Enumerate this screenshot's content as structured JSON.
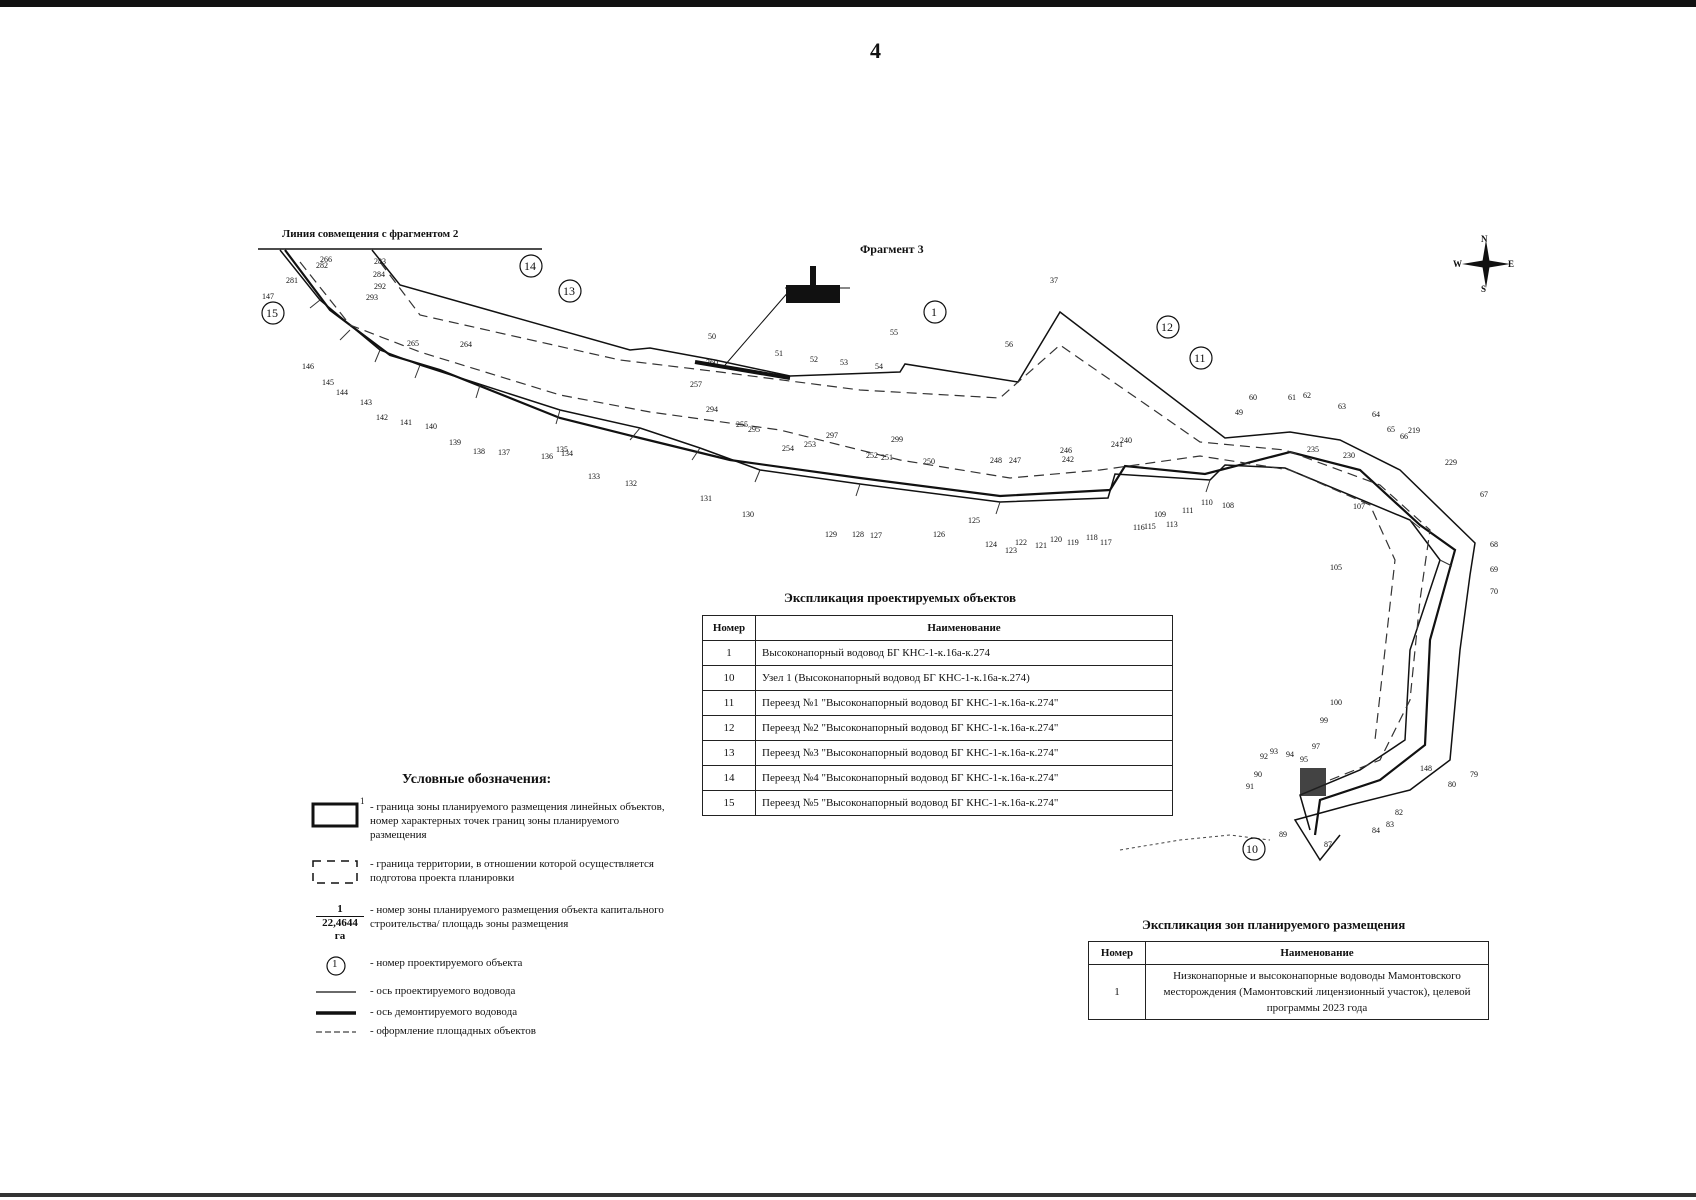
{
  "page": {
    "number": "4"
  },
  "map": {
    "fragment_title": "Фрагмент 3",
    "alignment_label": "Линия совмещения с фрагментом 2",
    "compass": {
      "n": "N",
      "s": "S",
      "e": "E",
      "w": "W"
    },
    "object_markers": [
      "1",
      "10",
      "11",
      "12",
      "13",
      "14",
      "15"
    ],
    "point_labels": [
      "37",
      "49",
      "50",
      "51",
      "52",
      "53",
      "54",
      "55",
      "56",
      "60",
      "61",
      "62",
      "63",
      "64",
      "65",
      "66",
      "67",
      "68",
      "69",
      "70",
      "79",
      "80",
      "82",
      "83",
      "84",
      "87",
      "89",
      "90",
      "91",
      "92",
      "93",
      "94",
      "95",
      "97",
      "99",
      "100",
      "105",
      "107",
      "108",
      "109",
      "110",
      "111",
      "113",
      "115",
      "116",
      "117",
      "118",
      "119",
      "120",
      "121",
      "122",
      "123",
      "124",
      "125",
      "126",
      "127",
      "128",
      "129",
      "130",
      "131",
      "132",
      "133",
      "134",
      "135",
      "136",
      "137",
      "138",
      "139",
      "140",
      "141",
      "142",
      "143",
      "144",
      "145",
      "146",
      "147",
      "148",
      "219",
      "229",
      "230",
      "235",
      "240",
      "241",
      "242",
      "246",
      "247",
      "248",
      "250",
      "251",
      "252",
      "253",
      "254",
      "255",
      "257",
      "260",
      "264",
      "265",
      "266",
      "281",
      "282",
      "283",
      "284",
      "292",
      "293",
      "294",
      "295",
      "297",
      "299"
    ]
  },
  "legend": {
    "title": "Условные обозначения:",
    "items": [
      {
        "symbol": "zone-boundary-box-icon",
        "text": "- граница зоны планируемого размещения линейных объектов, номер характерных точек границ зоны планируемого размещения",
        "number": "1"
      },
      {
        "symbol": "dashed-territory-box-icon",
        "text": "- граница территории, в отношении которой осуществляется подготова проекта планировки"
      },
      {
        "symbol": "zone-number-area-icon",
        "text": "- номер зоны планируемого размещения объекта капитального строительства/ площадь зоны размещения",
        "zone_number": "1",
        "zone_area": "22,4644 га"
      },
      {
        "symbol": "circle-number-icon",
        "text": "- номер проектируемого объекта",
        "number": "1"
      },
      {
        "symbol": "thin-line-icon",
        "text": "- ось проектируемого водовода"
      },
      {
        "symbol": "thick-line-icon",
        "text": "- ось демонтируемого водовода"
      },
      {
        "symbol": "dash-line-icon",
        "text": "- оформление площадных объектов"
      }
    ]
  },
  "objects_table": {
    "title": "Экспликация проектируемых объектов",
    "headers": [
      "Номер",
      "Наименование"
    ],
    "rows": [
      {
        "num": "1",
        "name": "Высоконапорный водовод БГ КНС-1-к.16а-к.274"
      },
      {
        "num": "10",
        "name": "Узел 1 (Высоконапорный водовод БГ КНС-1-к.16а-к.274)"
      },
      {
        "num": "11",
        "name": "Переезд №1 \"Высоконапорный водовод БГ КНС-1-к.16а-к.274\""
      },
      {
        "num": "12",
        "name": "Переезд №2 \"Высоконапорный водовод БГ КНС-1-к.16а-к.274\""
      },
      {
        "num": "13",
        "name": "Переезд №3 \"Высоконапорный водовод БГ КНС-1-к.16а-к.274\""
      },
      {
        "num": "14",
        "name": "Переезд №4 \"Высоконапорный водовод БГ КНС-1-к.16а-к.274\""
      },
      {
        "num": "15",
        "name": "Переезд №5 \"Высоконапорный водовод БГ КНС-1-к.16а-к.274\""
      }
    ]
  },
  "zones_table": {
    "title": "Экспликация зон планируемого размещения",
    "headers": [
      "Номер",
      "Наименование"
    ],
    "rows": [
      {
        "num": "1",
        "name": "Низконапорные и высоконапорные водоводы Мамонтовского месторождения (Мамонтовский лицензионный участок), целевой программы 2023 года"
      }
    ]
  },
  "colors": {
    "ink": "#111111",
    "paper": "#ffffff"
  }
}
